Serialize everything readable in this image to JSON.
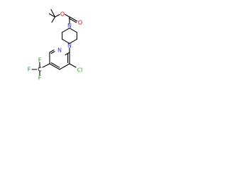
{
  "molecule": {
    "atoms": {
      "n_pyridine": "N",
      "cl": "Cl",
      "n_piperazine_top": "N",
      "n_piperazine_bottom": "N",
      "o_carbonyl": "O",
      "o_ester": "O",
      "f_top": "F",
      "f_left": "F",
      "c_cf3": "C",
      "f_bottom": "F"
    },
    "colors": {
      "bond": "#000000",
      "nitrogen": "#3333cc",
      "oxygen": "#cc0000",
      "chlorine": "#33aa33",
      "fluorine": "#228833",
      "carbon": "#000000"
    }
  }
}
